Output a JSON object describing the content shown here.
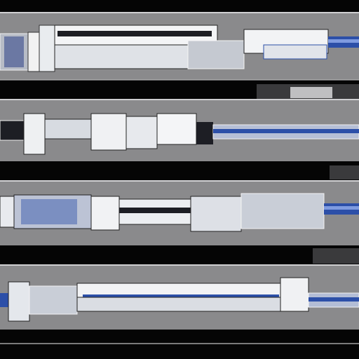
{
  "colors": {
    "background": "#050505",
    "band": "#8a8a8c",
    "band_edge": "#c9c9cb",
    "metal_light": "#f1f2f4",
    "metal_mid": "#c3c6cc",
    "metal_dark": "#1d1e24",
    "blue": "#2c4fa8",
    "blue_light": "#7f9be0",
    "line": "#f5f5f5"
  },
  "panels": [
    {
      "name": "hilt-panel-1",
      "icon": "lightsaber-hilt-icon"
    },
    {
      "name": "hilt-panel-2",
      "icon": "lightsaber-hilt-icon"
    },
    {
      "name": "hilt-panel-3",
      "icon": "lightsaber-hilt-icon"
    },
    {
      "name": "hilt-panel-4",
      "icon": "lightsaber-hilt-icon"
    }
  ]
}
